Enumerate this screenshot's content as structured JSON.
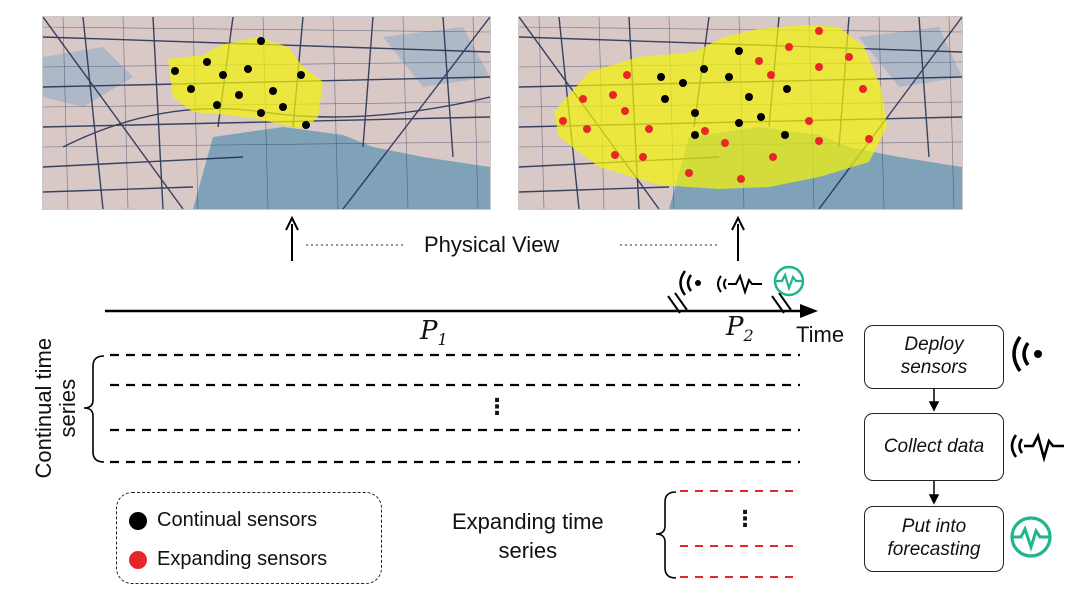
{
  "physical_view_label": "Physical View",
  "time_label": "Time",
  "periods": [
    {
      "base": "P",
      "sub": "1"
    },
    {
      "base": "P",
      "sub": "2"
    }
  ],
  "continual_label_line1": "Continual time",
  "continual_label_line2": "series",
  "expanding_label_line1": "Expanding time",
  "expanding_label_line2": "series",
  "ellipsis": "⋮",
  "legend": [
    {
      "label": "Continual sensors",
      "color": "#000000"
    },
    {
      "label": "Expanding sensors",
      "color": "#e8262a"
    }
  ],
  "flow_steps": [
    {
      "line1": "Deploy",
      "line2": "sensors",
      "icon": "sensor-wave-icon"
    },
    {
      "line1": "Collect data",
      "line2": "",
      "icon": "signal-pulse-icon"
    },
    {
      "line1": "Put into",
      "line2": "forecasting",
      "icon": "forecast-monitor-icon"
    }
  ],
  "colors": {
    "coverage_yellow": "#f2f20a",
    "expanding_red": "#e8262a",
    "continual_black": "#000000",
    "forecast_green": "#1fb58f",
    "map_water": "#7fa2b8",
    "map_land": "#d9c9c7",
    "map_roads": "#1d2a4f"
  }
}
